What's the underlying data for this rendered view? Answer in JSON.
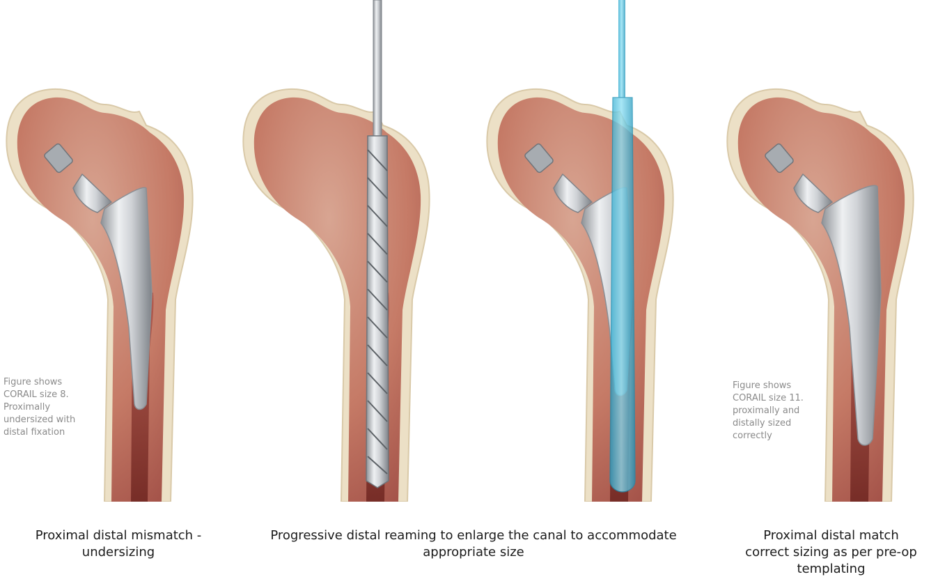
{
  "panels": [
    {
      "note": "Figure shows\nCORAIL size 8.\nProximally\nundersized with\ndistal fixation"
    },
    {
      "note": ""
    },
    {
      "note": ""
    },
    {
      "note": "Figure shows\nCORAIL size 11.\nproximally and\ndistally sized\ncorrectly"
    }
  ],
  "captions": {
    "left": "Proximal distal mismatch -\nundersizing",
    "middle": "Progressive distal reaming to enlarge the canal to accommodate\nappropriate size",
    "right": "Proximal distal match\ncorrect sizing as per pre-op\ntemplating"
  },
  "colors": {
    "cortex": "#ece0c6",
    "cancellous": "#c8806e",
    "canal": "#8e3a32",
    "implant": "#c9ccd0",
    "reamer": "#9aa0a6",
    "rasp": "#49c3e3"
  }
}
